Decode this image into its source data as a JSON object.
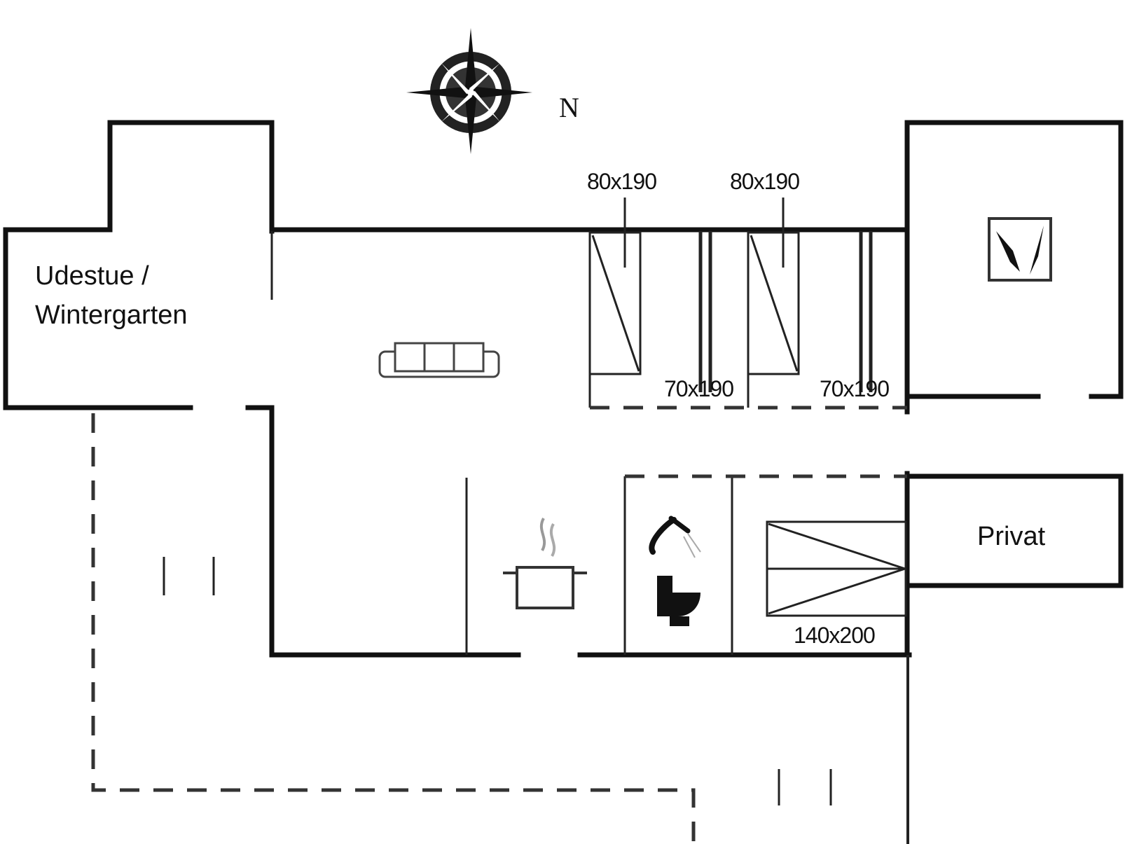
{
  "rooms": {
    "sunroom_line1": "Udestue /",
    "sunroom_line2": "Wintergarten",
    "private": "Privat"
  },
  "compass": {
    "north": "N"
  },
  "beds": {
    "bed1_top": "80x190",
    "bed2_top": "80x190",
    "bed1_bottom": "70x190",
    "bed2_bottom": "70x190",
    "double": "140x200"
  },
  "icons": [
    "compass-rose-icon",
    "sofa-icon",
    "cooking-pot-icon",
    "shower-icon",
    "toilet-icon",
    "sauna-icon"
  ],
  "colors": {
    "line": "#111111",
    "background": "#ffffff"
  }
}
